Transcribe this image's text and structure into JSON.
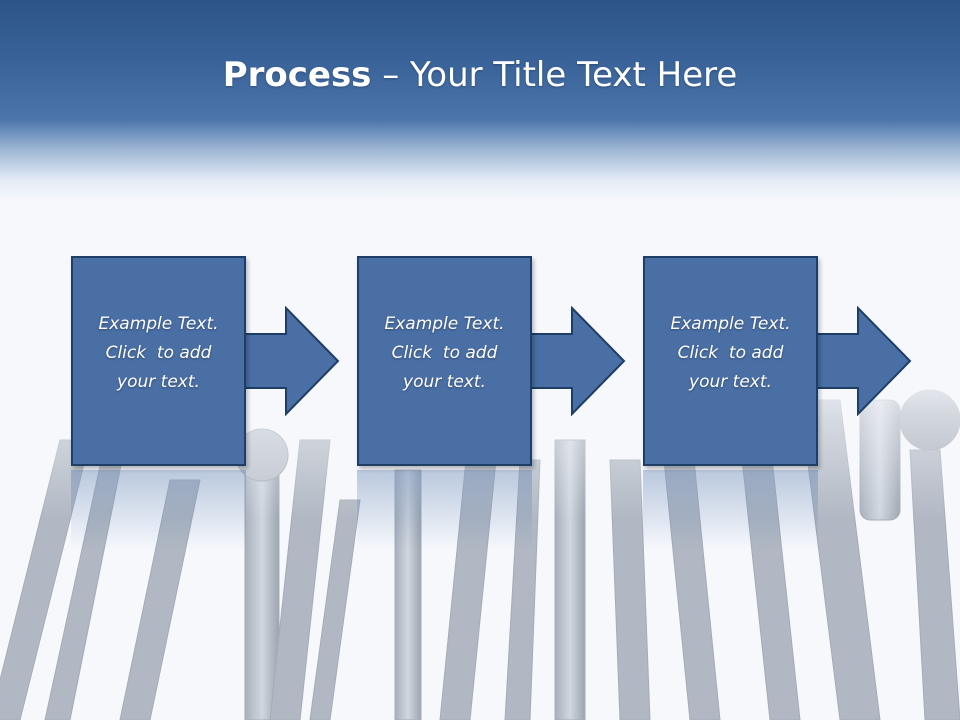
{
  "slide": {
    "title_bold": "Process",
    "title_rest": " – Your Title Text Here"
  },
  "steps": [
    {
      "line1": "Example Text.",
      "line2": "Click  to add",
      "line3": "your text."
    },
    {
      "line1": "Example Text.",
      "line2": "Click  to add",
      "line3": "your text."
    },
    {
      "line1": "Example Text.",
      "line2": "Click  to add",
      "line3": "your text."
    }
  ],
  "colors": {
    "header_dark": "#2d5488",
    "box_fill": "#4a6fa5",
    "box_border": "#1f3e66",
    "text": "#ffffff"
  },
  "background_image": "press-conference-microphones"
}
